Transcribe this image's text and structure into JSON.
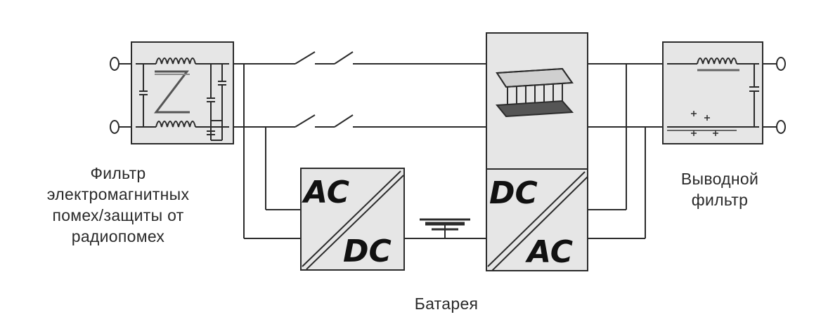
{
  "labels": {
    "emi_filter": [
      "Фильтр",
      "электромагнитных",
      "помех/защиты от",
      "радиопомех"
    ],
    "output_filter": [
      "Выводной",
      "фильтр"
    ],
    "battery": "Батарея"
  },
  "blocks": {
    "rectifier": {
      "top": "AC",
      "bottom": "DC"
    },
    "inverter": {
      "top": "DC",
      "bottom": "AC"
    }
  },
  "colors": {
    "box_fill": "#e6e6e6",
    "stroke": "#2b2b2b",
    "text": "#2a2a2a"
  }
}
